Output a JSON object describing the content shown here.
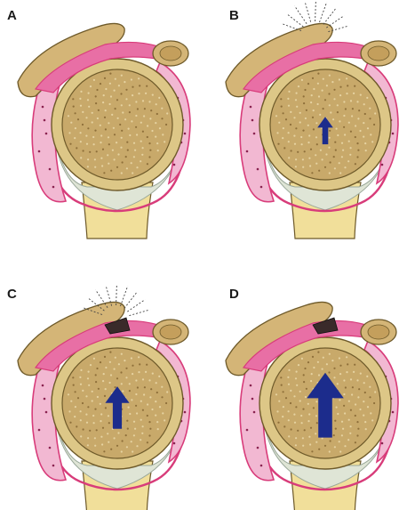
{
  "panels": [
    {
      "label": "A",
      "arrow": "none",
      "impingement": false,
      "lesion": false
    },
    {
      "label": "B",
      "arrow": "small",
      "impingement": true,
      "lesion": false
    },
    {
      "label": "C",
      "arrow": "medium",
      "impingement": true,
      "lesion": true
    },
    {
      "label": "D",
      "arrow": "large",
      "impingement": false,
      "lesion": true
    }
  ],
  "colors": {
    "bone_fill": "#c8a96a",
    "bone_rim": "#ddc787",
    "bone_outline": "#6e5a2a",
    "shaft": "#f1df9a",
    "bursa": "#e86fa5",
    "bursa_light": "#f2b8d2",
    "capsule_line": "#d83c7a",
    "cartilage": "#dfe5d6",
    "arrow": "#1c2c8c",
    "lesion": "#3a2a2a"
  }
}
